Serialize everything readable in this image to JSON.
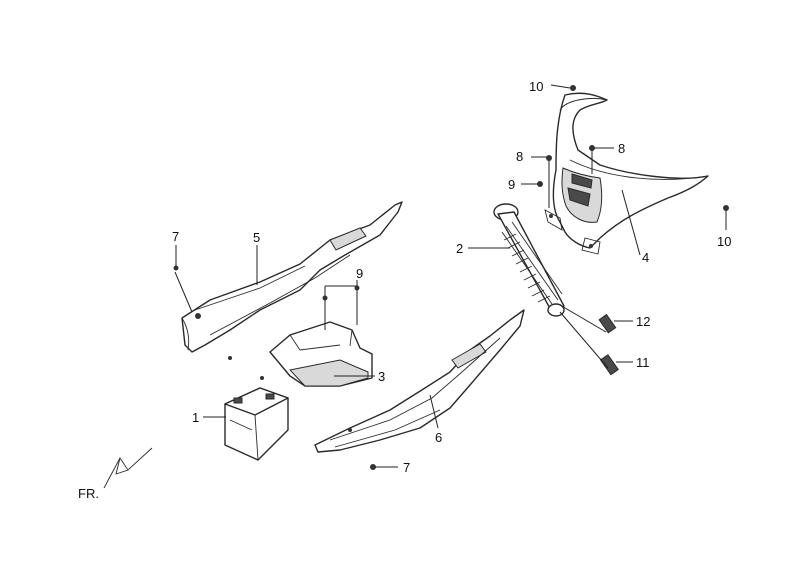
{
  "callouts": {
    "c1": "1",
    "c2": "2",
    "c3": "3",
    "c4": "4",
    "c5": "5",
    "c6": "6",
    "c7a": "7",
    "c7b": "7",
    "c8a": "8",
    "c8b": "8",
    "c9a": "9",
    "c9b": "9",
    "c10a": "10",
    "c10b": "10",
    "c11": "11",
    "c12": "12"
  },
  "front_indicator": "FR."
}
